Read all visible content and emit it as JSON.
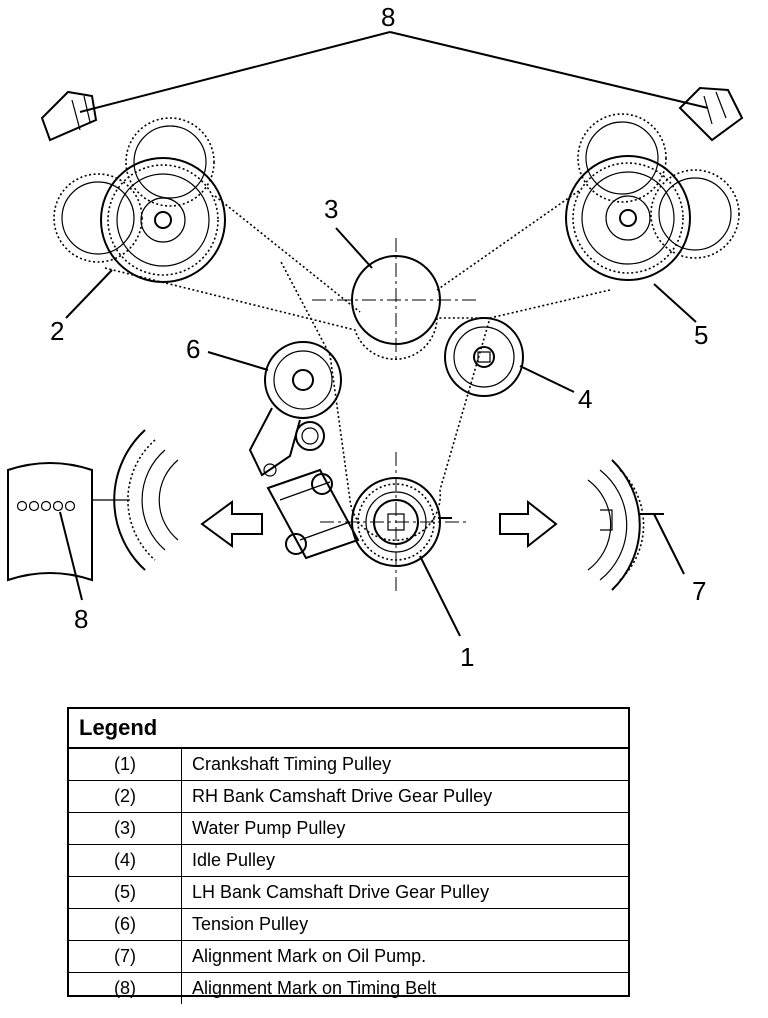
{
  "callouts": {
    "c1": "1",
    "c2": "2",
    "c3": "3",
    "c4": "4",
    "c5": "5",
    "c6": "6",
    "c7": "7",
    "c8_top": "8",
    "c8_left": "8"
  },
  "legend": {
    "title": "Legend",
    "rows": [
      {
        "num": "(1)",
        "label": "Crankshaft Timing Pulley"
      },
      {
        "num": "(2)",
        "label": "RH Bank Camshaft Drive Gear Pulley"
      },
      {
        "num": "(3)",
        "label": "Water Pump Pulley"
      },
      {
        "num": "(4)",
        "label": "Idle Pulley"
      },
      {
        "num": "(5)",
        "label": "LH Bank Camshaft Drive Gear Pulley"
      },
      {
        "num": "(6)",
        "label": "Tension Pulley"
      },
      {
        "num": "(7)",
        "label": "Alignment Mark on Oil Pump."
      },
      {
        "num": "(8)",
        "label": "Alignment Mark on Timing Belt"
      }
    ]
  }
}
